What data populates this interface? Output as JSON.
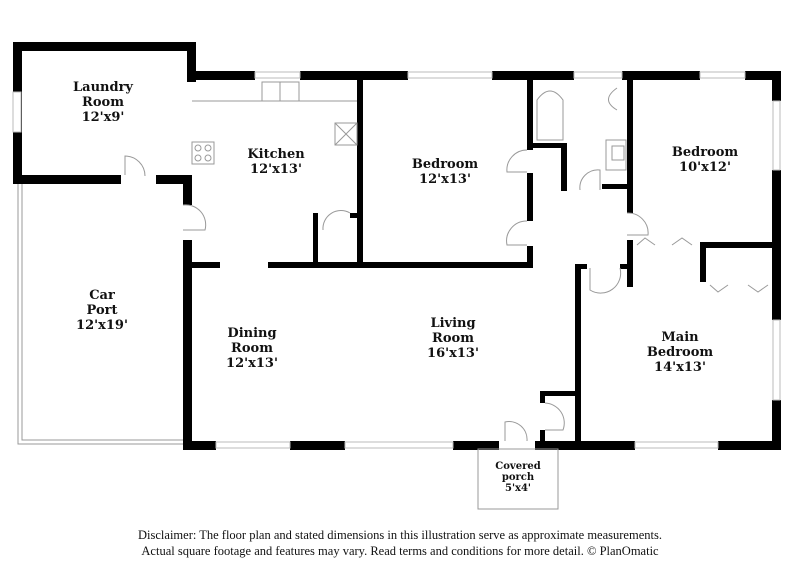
{
  "floorplan": {
    "rooms": [
      {
        "id": "laundry",
        "name": "Laundry Room",
        "line1": "Laundry",
        "line2": "Room",
        "dims": "12'x9'"
      },
      {
        "id": "kitchen",
        "name": "Kitchen",
        "line1": "Kitchen",
        "dims": "12'x13'"
      },
      {
        "id": "bedroom-1",
        "name": "Bedroom",
        "line1": "Bedroom",
        "dims": "12'x13'"
      },
      {
        "id": "bedroom-2",
        "name": "Bedroom",
        "line1": "Bedroom",
        "dims": "10'x12'"
      },
      {
        "id": "carport",
        "name": "Car Port",
        "line1": "Car",
        "line2": "Port",
        "dims": "12'x19'"
      },
      {
        "id": "dining",
        "name": "Dining Room",
        "line1": "Dining",
        "line2": "Room",
        "dims": "12'x13'"
      },
      {
        "id": "living",
        "name": "Living Room",
        "line1": "Living",
        "line2": "Room",
        "dims": "16'x13'"
      },
      {
        "id": "main-bedroom",
        "name": "Main Bedroom",
        "line1": "Main",
        "line2": "Bedroom",
        "dims": "14'x13'"
      },
      {
        "id": "porch",
        "name": "Covered porch",
        "line1": "Covered",
        "line2": "porch",
        "dims": "5'x4'"
      }
    ],
    "colors": {
      "wall": "#000000",
      "window": "#bbbbbb",
      "fixture": "#999999"
    }
  },
  "disclaimer": {
    "line1": "Disclaimer: The floor plan and stated dimensions in this illustration serve as approximate measurements.",
    "line2": "Actual square footage and features may vary. Read terms and conditions for more detail. © PlanOmatic"
  }
}
